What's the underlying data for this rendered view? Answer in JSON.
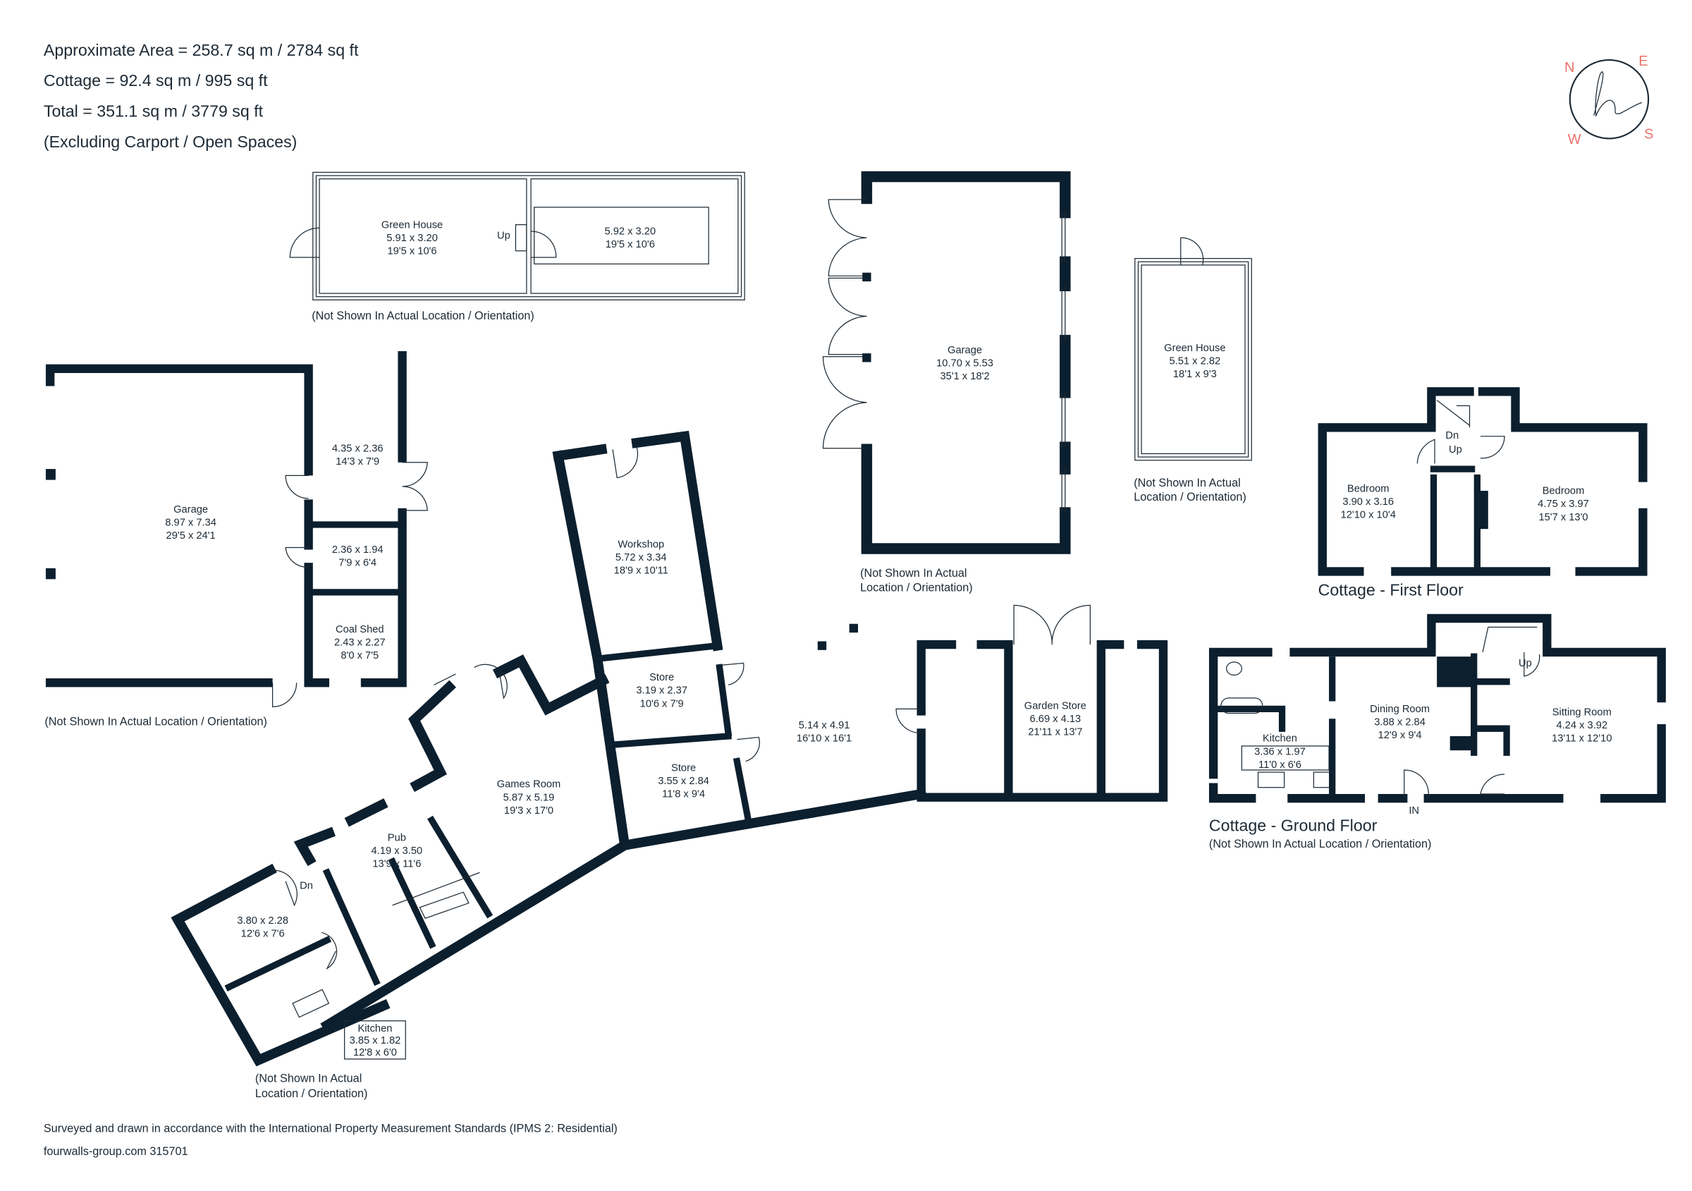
{
  "header": {
    "lines": [
      "Approximate Area = 258.7 sq m / 2784 sq ft",
      "Cottage = 92.4 sq m / 995 sq ft",
      "Total = 351.1 sq m / 3779 sq ft",
      "(Excluding Carport / Open Spaces)"
    ]
  },
  "compass": {
    "n": "N",
    "e": "E",
    "s": "S",
    "w": "W",
    "accent": "#e8736c"
  },
  "wall_color": "#0c1f2e",
  "greenhouse_top": {
    "room1": {
      "name": "Green House",
      "metric": "5.91 x 3.20",
      "imperial": "19'5 x 10'6"
    },
    "room2": {
      "metric": "5.92 x 3.20",
      "imperial": "19'5 x 10'6"
    },
    "up": "Up",
    "caption": "(Not Shown In Actual Location / Orientation)"
  },
  "garage_left": {
    "garage": {
      "name": "Garage",
      "metric": "8.97 x 7.34",
      "imperial": "29'5 x 24'1"
    },
    "room_a": {
      "metric": "4.35 x 2.36",
      "imperial": "14'3 x 7'9"
    },
    "room_b": {
      "metric": "2.36 x 1.94",
      "imperial": "7'9 x 6'4"
    },
    "coal_shed": {
      "name": "Coal Shed",
      "metric": "2.43 x 2.27",
      "imperial": "8'0 x 7'5"
    },
    "caption": "(Not Shown In Actual Location / Orientation)"
  },
  "main": {
    "workshop": {
      "name": "Workshop",
      "metric": "5.72 x 3.34",
      "imperial": "18'9 x 10'11"
    },
    "store1": {
      "name": "Store",
      "metric": "3.19 x 2.37",
      "imperial": "10'6 x 7'9"
    },
    "store2": {
      "name": "Store",
      "metric": "3.55 x 2.84",
      "imperial": "11'8 x 9'4"
    },
    "yard": {
      "metric": "5.14 x 4.91",
      "imperial": "16'10 x 16'1"
    },
    "games_room": {
      "name": "Games Room",
      "metric": "5.87 x 5.19",
      "imperial": "19'3 x 17'0"
    },
    "pub": {
      "name": "Pub",
      "metric": "4.19 x 3.50",
      "imperial": "13'9 x 11'6"
    },
    "room": {
      "metric": "3.80 x 2.28",
      "imperial": "12'6 x 7'6"
    },
    "kitchen": {
      "name": "Kitchen",
      "metric": "3.85 x 1.82",
      "imperial": "12'8 x 6'0"
    },
    "garden_store": {
      "name": "Garden Store",
      "metric": "6.69 x 4.13",
      "imperial": "21'11 x 13'7"
    },
    "dn": "Dn",
    "caption1": "(Not Shown In Actual",
    "caption2": "Location / Orientation)"
  },
  "garage_big": {
    "name": "Garage",
    "metric": "10.70 x 5.53",
    "imperial": "35'1 x 18'2",
    "caption1": "(Not Shown In Actual",
    "caption2": "Location / Orientation)"
  },
  "greenhouse_right": {
    "name": "Green House",
    "metric": "5.51 x 2.82",
    "imperial": "18'1 x 9'3",
    "caption1": "(Not Shown In Actual",
    "caption2": "Location / Orientation)"
  },
  "cottage_first": {
    "title": "Cottage - First Floor",
    "bed1": {
      "name": "Bedroom",
      "metric": "3.90 x 3.16",
      "imperial": "12'10 x 10'4"
    },
    "bed2": {
      "name": "Bedroom",
      "metric": "4.75 x 3.97",
      "imperial": "15'7 x 13'0"
    },
    "dn": "Dn",
    "up": "Up"
  },
  "cottage_ground": {
    "title": "Cottage - Ground Floor",
    "caption": "(Not Shown In Actual Location / Orientation)",
    "kitchen": {
      "name": "Kitchen",
      "metric": "3.36 x 1.97",
      "imperial": "11'0 x 6'6"
    },
    "dining": {
      "name": "Dining Room",
      "metric": "3.88 x 2.84",
      "imperial": "12'9 x 9'4"
    },
    "sitting": {
      "name": "Sitting Room",
      "metric": "4.24 x 3.92",
      "imperial": "13'11 x 12'10"
    },
    "up": "Up",
    "entrance": "IN"
  },
  "footer": {
    "standards": "Surveyed and drawn in accordance with the International Property Measurement Standards (IPMS 2: Residential)",
    "reference": "fourwalls-group.com 315701"
  }
}
